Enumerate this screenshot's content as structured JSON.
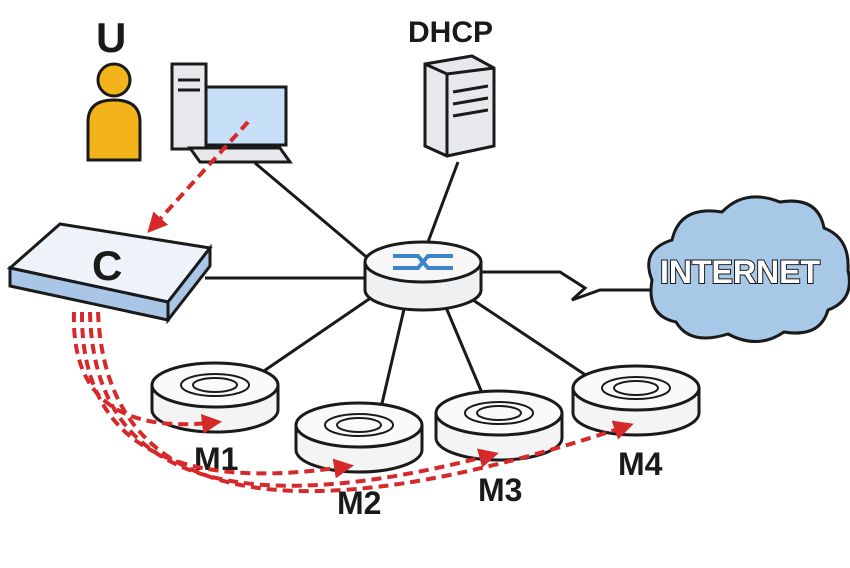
{
  "labels": {
    "user": "U",
    "dhcp": "DHCP",
    "controller": "C",
    "internet": "INTERNET",
    "ap1": "M1",
    "ap2": "M2",
    "ap3": "M3",
    "ap4": "M4"
  },
  "colors": {
    "line": "#1a1a1a",
    "dashed_arrow": "#d62a2a",
    "user_figure": "#f3b41b",
    "controller_top": "#eef3fa",
    "controller_side": "#a9c6e6",
    "cloud": "#a8c8e8",
    "access_point": "#f4f4f4",
    "monitor_screen": "#c7dff7",
    "server": "#e6e8eb"
  },
  "icons": [
    "user-icon",
    "computer-icon",
    "server-icon",
    "router-icon",
    "cloud-icon",
    "controller-icon",
    "access-point-icon"
  ]
}
